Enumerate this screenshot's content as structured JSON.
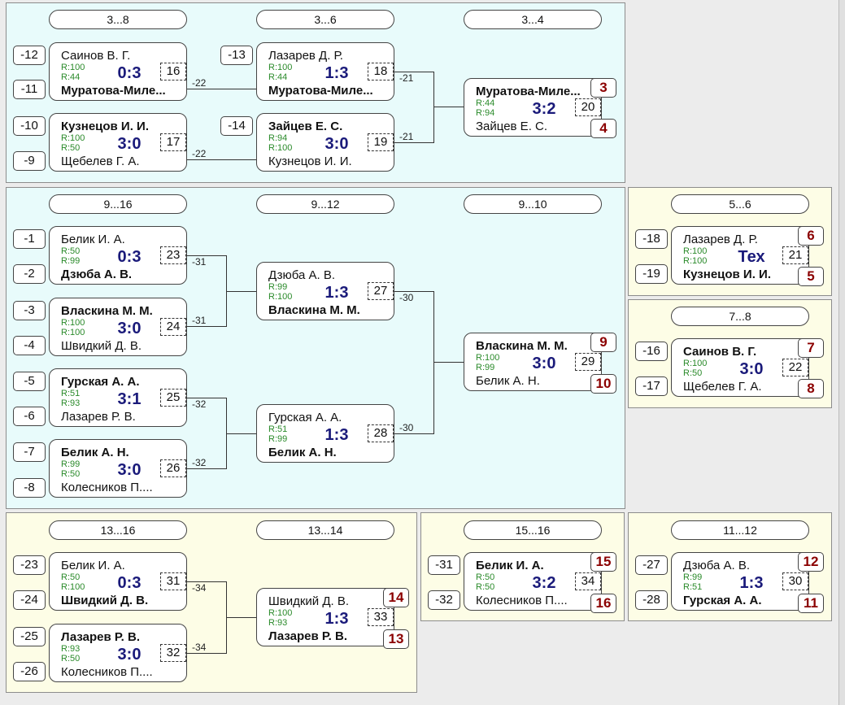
{
  "sections": {
    "s3_8": "3...8",
    "s3_6": "3...6",
    "s3_4": "3...4",
    "s9_16": "9...16",
    "s9_12": "9...12",
    "s9_10": "9...10",
    "s5_6": "5...6",
    "s7_8": "7...8",
    "s13_16": "13...16",
    "s13_14": "13...14",
    "s15_16": "15...16",
    "s11_12": "11...12"
  },
  "seeds": {
    "a": "-12",
    "b": "-11",
    "c": "-10",
    "d": "-9",
    "e": "-13",
    "f": "-14",
    "g": "-1",
    "h": "-2",
    "i": "-3",
    "j": "-4",
    "k": "-5",
    "l": "-6",
    "m": "-7",
    "n": "-8",
    "o": "-18",
    "p": "-19",
    "q": "-16",
    "r": "-17",
    "s": "-23",
    "t": "-24",
    "u": "-25",
    "v": "-26",
    "w": "-31",
    "x": "-32",
    "y": "-27",
    "z": "-28"
  },
  "links": {
    "l22": "-22",
    "l21": "-21",
    "l31": "-31",
    "l32": "-32",
    "l30": "-30",
    "l34": "-34"
  },
  "places": {
    "p3": "3",
    "p4": "4",
    "p5": "5",
    "p6": "6",
    "p7": "7",
    "p8": "8",
    "p9": "9",
    "p10": "10",
    "p11": "11",
    "p12": "12",
    "p13": "13",
    "p14": "14",
    "p15": "15",
    "p16": "16"
  },
  "matches": {
    "m16": {
      "p1": "Саинов В. Г.",
      "p2": "Муратова-Миле...",
      "r1": "R:100",
      "r2": "R:44",
      "score": "0:3",
      "num": "16"
    },
    "m17": {
      "p1": "Кузнецов И. И.",
      "p2": "Щебелев Г. А.",
      "r1": "R:100",
      "r2": "R:50",
      "score": "3:0",
      "num": "17"
    },
    "m18": {
      "p1": "Лазарев Д. Р.",
      "p2": "Муратова-Миле...",
      "r1": "R:100",
      "r2": "R:44",
      "score": "1:3",
      "num": "18"
    },
    "m19": {
      "p1": "Зайцев Е. С.",
      "p2": "Кузнецов И. И.",
      "r1": "R:94",
      "r2": "R:100",
      "score": "3:0",
      "num": "19"
    },
    "m20": {
      "p1": "Муратова-Миле...",
      "p2": "Зайцев Е. С.",
      "r1": "R:44",
      "r2": "R:94",
      "score": "3:2",
      "num": "20"
    },
    "m23": {
      "p1": "Белик И. А.",
      "p2": "Дзюба А. В.",
      "r1": "R:50",
      "r2": "R:99",
      "score": "0:3",
      "num": "23"
    },
    "m24": {
      "p1": "Власкина М. М.",
      "p2": "Швидкий Д. В.",
      "r1": "R:100",
      "r2": "R:100",
      "score": "3:0",
      "num": "24"
    },
    "m25": {
      "p1": "Гурская А. А.",
      "p2": "Лазарев Р. В.",
      "r1": "R:51",
      "r2": "R:93",
      "score": "3:1",
      "num": "25"
    },
    "m26": {
      "p1": "Белик А. Н.",
      "p2": "Колесников П....",
      "r1": "R:99",
      "r2": "R:50",
      "score": "3:0",
      "num": "26"
    },
    "m27": {
      "p1": "Дзюба А. В.",
      "p2": "Власкина М. М.",
      "r1": "R:99",
      "r2": "R:100",
      "score": "1:3",
      "num": "27"
    },
    "m28": {
      "p1": "Гурская А. А.",
      "p2": "Белик А. Н.",
      "r1": "R:51",
      "r2": "R:99",
      "score": "1:3",
      "num": "28"
    },
    "m29": {
      "p1": "Власкина М. М.",
      "p2": "Белик А. Н.",
      "r1": "R:100",
      "r2": "R:99",
      "score": "3:0",
      "num": "29"
    },
    "m21": {
      "p1": "Лазарев Д. Р.",
      "p2": "Кузнецов И. И.",
      "r1": "R:100",
      "r2": "R:100",
      "score": "Тех",
      "num": "21"
    },
    "m22": {
      "p1": "Саинов В. Г.",
      "p2": "Щебелев Г. А.",
      "r1": "R:100",
      "r2": "R:50",
      "score": "3:0",
      "num": "22"
    },
    "m31": {
      "p1": "Белик И. А.",
      "p2": "Швидкий Д. В.",
      "r1": "R:50",
      "r2": "R:100",
      "score": "0:3",
      "num": "31"
    },
    "m32": {
      "p1": "Лазарев Р. В.",
      "p2": "Колесников П....",
      "r1": "R:93",
      "r2": "R:50",
      "score": "3:0",
      "num": "32"
    },
    "m33": {
      "p1": "Швидкий Д. В.",
      "p2": "Лазарев Р. В.",
      "r1": "R:100",
      "r2": "R:93",
      "score": "1:3",
      "num": "33"
    },
    "m34": {
      "p1": "Белик И. А.",
      "p2": "Колесников П....",
      "r1": "R:50",
      "r2": "R:50",
      "score": "3:2",
      "num": "34"
    },
    "m30": {
      "p1": "Дзюба А. В.",
      "p2": "Гурская А. А.",
      "r1": "R:99",
      "r2": "R:51",
      "score": "1:3",
      "num": "30"
    }
  }
}
